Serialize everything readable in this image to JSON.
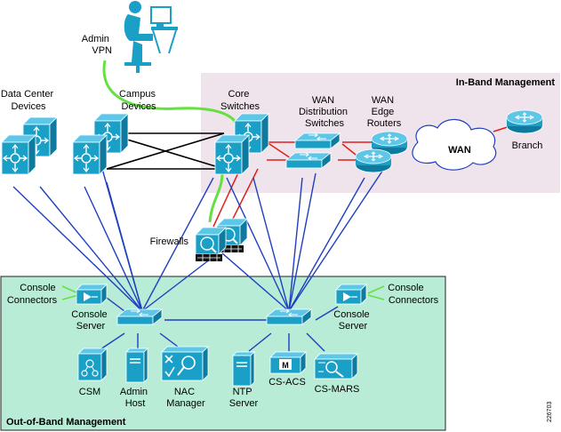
{
  "zones": {
    "in_band": "In-Band Management",
    "out_of_band": "Out-of-Band Management"
  },
  "labels": {
    "admin_vpn": [
      "Admin",
      "VPN"
    ],
    "data_center": [
      "Data Center",
      "Devices"
    ],
    "campus": [
      "Campus",
      "Devices"
    ],
    "core": [
      "Core",
      "Switches"
    ],
    "wan_dist": [
      "WAN",
      "Distribution",
      "Switches"
    ],
    "wan_edge": [
      "WAN",
      "Edge",
      "Routers"
    ],
    "wan_cloud": "WAN",
    "branch": "Branch",
    "firewalls": "Firewalls",
    "console_conn_left": [
      "Console",
      "Connectors"
    ],
    "console_conn_right": [
      "Console",
      "Connectors"
    ],
    "console_server_left": [
      "Console",
      "Server"
    ],
    "console_server_right": [
      "Console",
      "Server"
    ],
    "csm": "CSM",
    "admin_host": [
      "Admin",
      "Host"
    ],
    "nac": [
      "NAC",
      "Manager"
    ],
    "ntp": [
      "NTP",
      "Server"
    ],
    "csacs": "CS-ACS",
    "csmars": "CS-MARS",
    "figure_id": "226703",
    "acs_badge": "M"
  },
  "colors": {
    "device_cyan": "#1a9fc7",
    "in_band_bg": "#efe4ec",
    "out_band_bg": "#b8ecd6",
    "link_blue": "#1f3fbf",
    "link_red": "#e0201c",
    "link_green": "#66e040",
    "link_black": "#000000"
  }
}
